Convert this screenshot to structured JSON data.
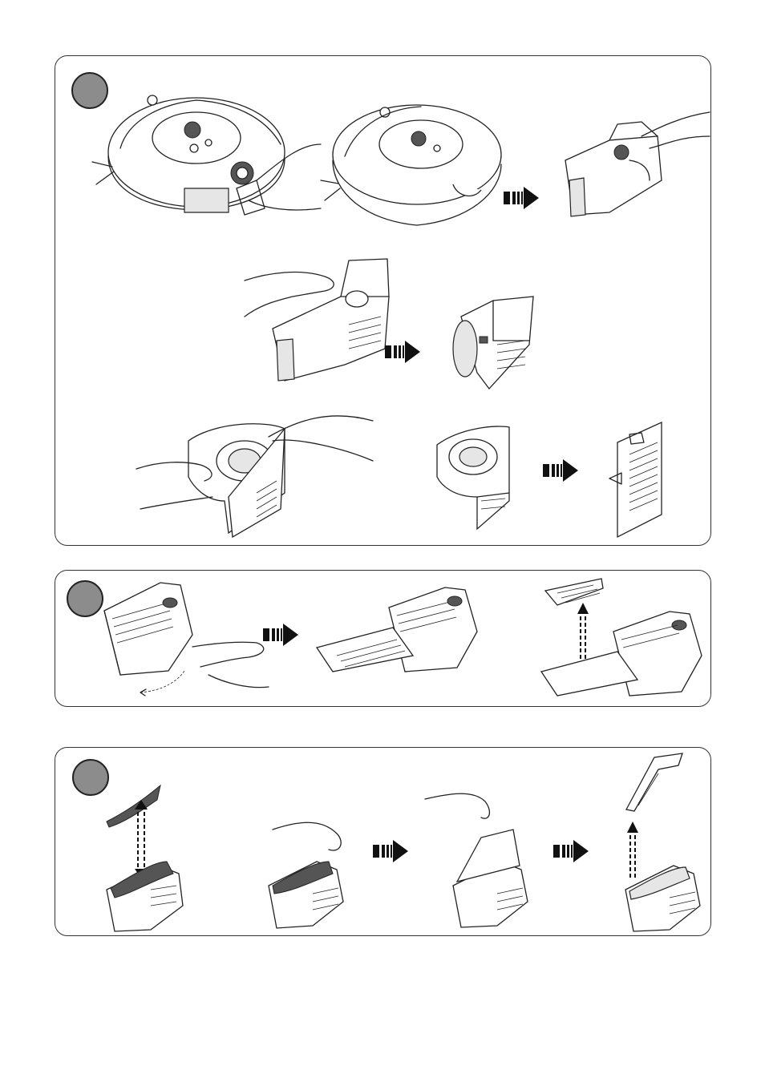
{
  "page": {
    "panels": [
      {
        "id": "panel-1",
        "badge_color": "#8c8c8c"
      },
      {
        "id": "panel-2",
        "badge_color": "#8c8c8c"
      },
      {
        "id": "panel-3",
        "badge_color": "#8c8c8c"
      }
    ]
  },
  "colors": {
    "border": "#333333",
    "arrow": "#111111",
    "badge": "#8c8c8c"
  }
}
